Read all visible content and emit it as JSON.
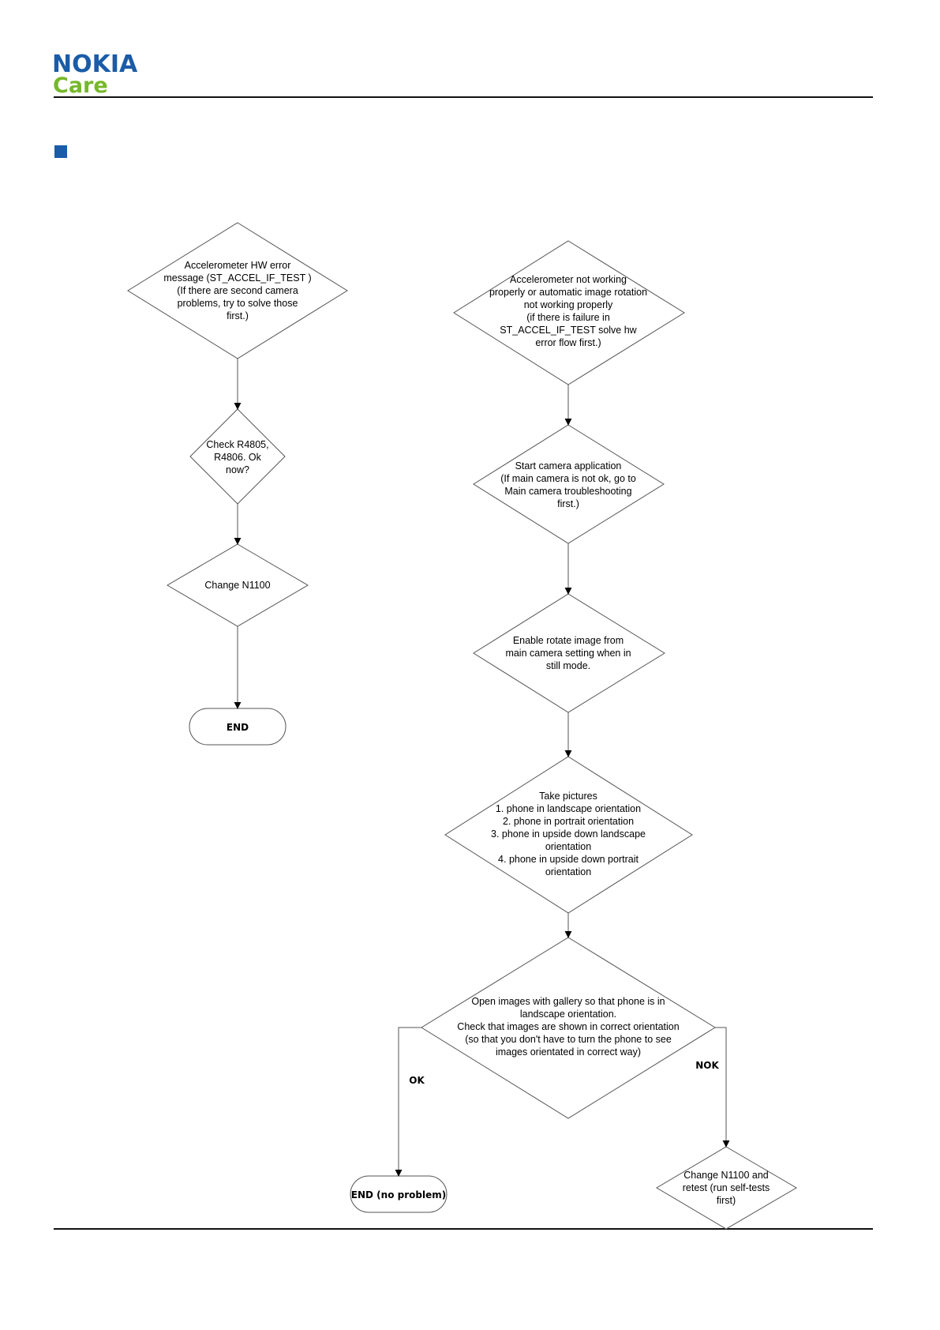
{
  "header": {
    "brand": "NOKIA",
    "sub_brand": "Care",
    "brand_color": "#1a5ca8",
    "sub_brand_color": "#76b82a",
    "section_marker_color": "#1a5ca8"
  },
  "flow": {
    "left": {
      "hw_error": [
        "Accelerometer HW error",
        "message (ST_ACCEL_IF_TEST )",
        "(If there are second camera",
        "problems, try to solve those",
        "first.)"
      ],
      "check_resistors": [
        "Check R4805,",
        "R4806. Ok",
        "now?"
      ],
      "change_n1100": [
        "Change N1100"
      ],
      "end": "END"
    },
    "right": {
      "not_working": [
        "Accelerometer not working",
        "properly or automatic image rotation",
        "not working properly",
        "(if there is failure in",
        "ST_ACCEL_IF_TEST solve hw",
        "error flow first.)"
      ],
      "start_camera": [
        "Start camera application",
        "(If main camera is not ok, go to",
        "Main camera troubleshooting",
        "first.)"
      ],
      "enable_rotate": [
        "Enable rotate image from",
        "main camera setting when in",
        "still mode."
      ],
      "take_pictures": [
        "Take pictures",
        "1.  phone in landscape orientation",
        "2.  phone in portrait orientation",
        "3. phone in upside down landscape",
        "orientation",
        "4. phone in upside down portrait",
        "orientation"
      ],
      "open_images": [
        "Open images with gallery so that phone is in",
        "landscape orientation.",
        "Check that images are shown in correct orientation",
        "(so that you don't have to turn the phone to see",
        "images orientated in correct way)"
      ],
      "ok_label": "OK",
      "nok_label": "NOK",
      "end_no_problem": "END (no problem)",
      "change_retest": [
        "Change N1100 and",
        "retest (run self-tests",
        "first)"
      ]
    }
  }
}
